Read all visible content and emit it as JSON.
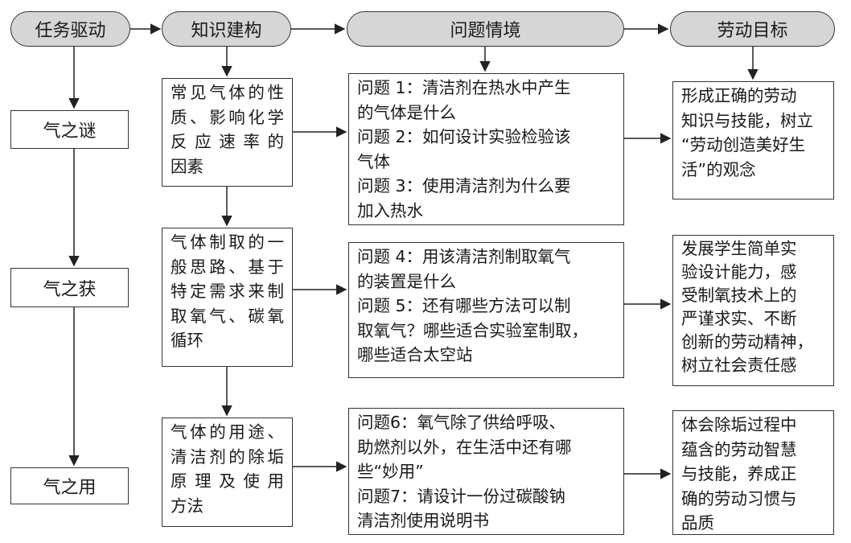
{
  "headers": [
    "任务驱动",
    "知识建构",
    "问题情境",
    "劳动目标"
  ],
  "tasks": [
    "气之谜",
    "气之获",
    "气之用"
  ],
  "knowledge": [
    [
      "常见气体的性",
      "质、影响化学",
      "反应速率的",
      "因素"
    ],
    [
      "气体制取的一",
      "般思路、基于",
      "特定需求来制",
      "取氧气、碳氧",
      "循环"
    ],
    [
      "气体的用途、",
      "清洁剂的除垢",
      "原理及使用",
      "方法"
    ]
  ],
  "questions": [
    [
      "问题 1：清洁剂在热水中产生",
      "的气体是什么",
      "问题 2：如何设计实验检验该",
      "气体",
      "问题 3：使用清洁剂为什么要",
      "加入热水"
    ],
    [
      "问题 4：用该清洁剂制取氧气",
      "的装置是什么",
      "问题 5：还有哪些方法可以制",
      "取氧气？哪些适合实验室制取，",
      "哪些适合太空站"
    ],
    [
      "问题6：氧气除了供给呼吸、",
      "助燃剂以外，在生活中还有哪",
      "些“妙用”",
      "问题7：请设计一份过碳酸钠",
      "清洁剂使用说明书"
    ]
  ],
  "goals": [
    [
      "形成正确的劳动",
      "知识与技能，树立",
      "“劳动创造美好生",
      "活”的观念"
    ],
    [
      "发展学生简单实",
      "验设计能力，感",
      "受制氧技术上的",
      "严谨求实、不断",
      "创新的劳动精神，",
      "树立社会责任感"
    ],
    [
      "体会除垢过程中",
      "蕴含的劳动智慧",
      "与技能，养成正",
      "确的劳动习惯与",
      "品质"
    ]
  ]
}
